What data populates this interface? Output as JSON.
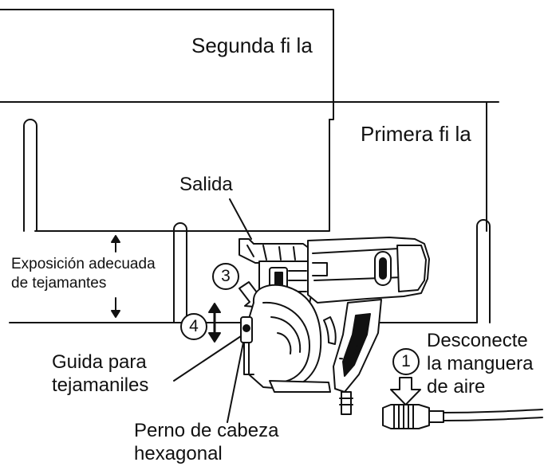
{
  "labels": {
    "second_row": "Segunda fi la",
    "first_row": "Primera fi la",
    "outlet": "Salida",
    "exposure_line1": "Exposición adecuada",
    "exposure_line2": "de tejamantes",
    "guide_line1": "Guida para",
    "guide_line2": "tejamaniles",
    "bolt_line1": "Perno de cabeza",
    "bolt_line2": "hexagonal",
    "disconnect_line1": "Desconecte",
    "disconnect_line2": "la manguera",
    "disconnect_line3": "de aire"
  },
  "steps": {
    "step1": "1",
    "step3": "3",
    "step4": "4"
  },
  "colors": {
    "ink": "#111111",
    "background": "#ffffff"
  }
}
